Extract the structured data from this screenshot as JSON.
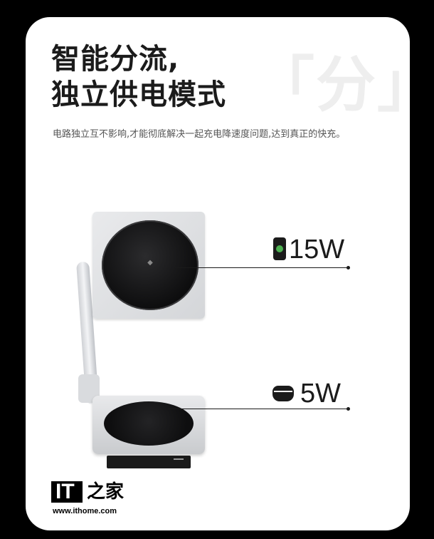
{
  "background_char": "「分」",
  "headline": {
    "line1": "智能分流,",
    "line2": "独立供电模式"
  },
  "description": "电路独立互不影响,才能彻底解决一起充电降速度问题,达到真正的快充。",
  "callouts": {
    "top": {
      "icon": "phone-icon",
      "label": "15W"
    },
    "bottom": {
      "icon": "earbuds-case-icon",
      "label": "5W"
    }
  },
  "watermark": {
    "mark": "IT",
    "glyph": "之家",
    "url": "www.ithome.com"
  },
  "colors": {
    "page_background": "#000000",
    "card_background": "#ffffff",
    "text_primary": "#1b1b1b",
    "charger_disc": "#0d0d0e",
    "charger_frame": "#e0e1e3"
  }
}
